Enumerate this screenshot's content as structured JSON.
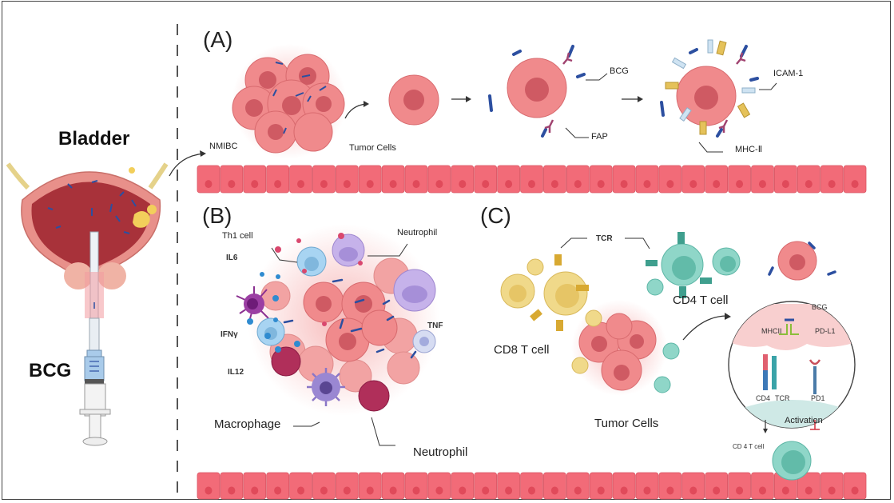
{
  "figure": {
    "left": {
      "organ_label": "Bladder",
      "agent_label": "BCG"
    },
    "panel_a": {
      "letter": "(A)",
      "origin_label": "NMIBC",
      "tumor_label": "Tumor Cells",
      "bcg_label": "BCG",
      "fap_label": "FAP",
      "icam_label": "ICAM-1",
      "mhc_label": "MHC-Ⅱ"
    },
    "panel_b": {
      "letter": "(B)",
      "th1_label": "Th1 cell",
      "neutrophil_top_label": "Neutrophil",
      "il6_label": "IL6",
      "ifng_label": "IFNγ",
      "il12_label": "IL12",
      "tnf_label": "TNF",
      "macrophage_label": "Macrophage",
      "neutrophil_bottom_label": "Neutrophil"
    },
    "panel_c": {
      "letter": "(C)",
      "tcr_label": "TCR",
      "cd8_label": "CD8 T cell",
      "cd4_label": "CD4 T cell",
      "tumor_label": "Tumor Cells",
      "inset": {
        "bcg_label": "BCG",
        "mhcii_label": "MHCII",
        "pdl1_label": "PD-L1",
        "cd4_label": "CD4",
        "tcr_label": "TCR",
        "pd1_label": "PD1",
        "activation_label": "Activation",
        "cd4_cell_label": "CD 4 T cell"
      }
    },
    "colors": {
      "epithelium": "#f26b78",
      "nucleus": "#e04a5a",
      "tumor": "#f4a0a0",
      "bcg": "#1f4e9a",
      "cd8": "#efd47a",
      "cd4": "#7ccfc0",
      "neutrophil": "#b7a1e0",
      "macrophage": "#8a76c7"
    }
  }
}
